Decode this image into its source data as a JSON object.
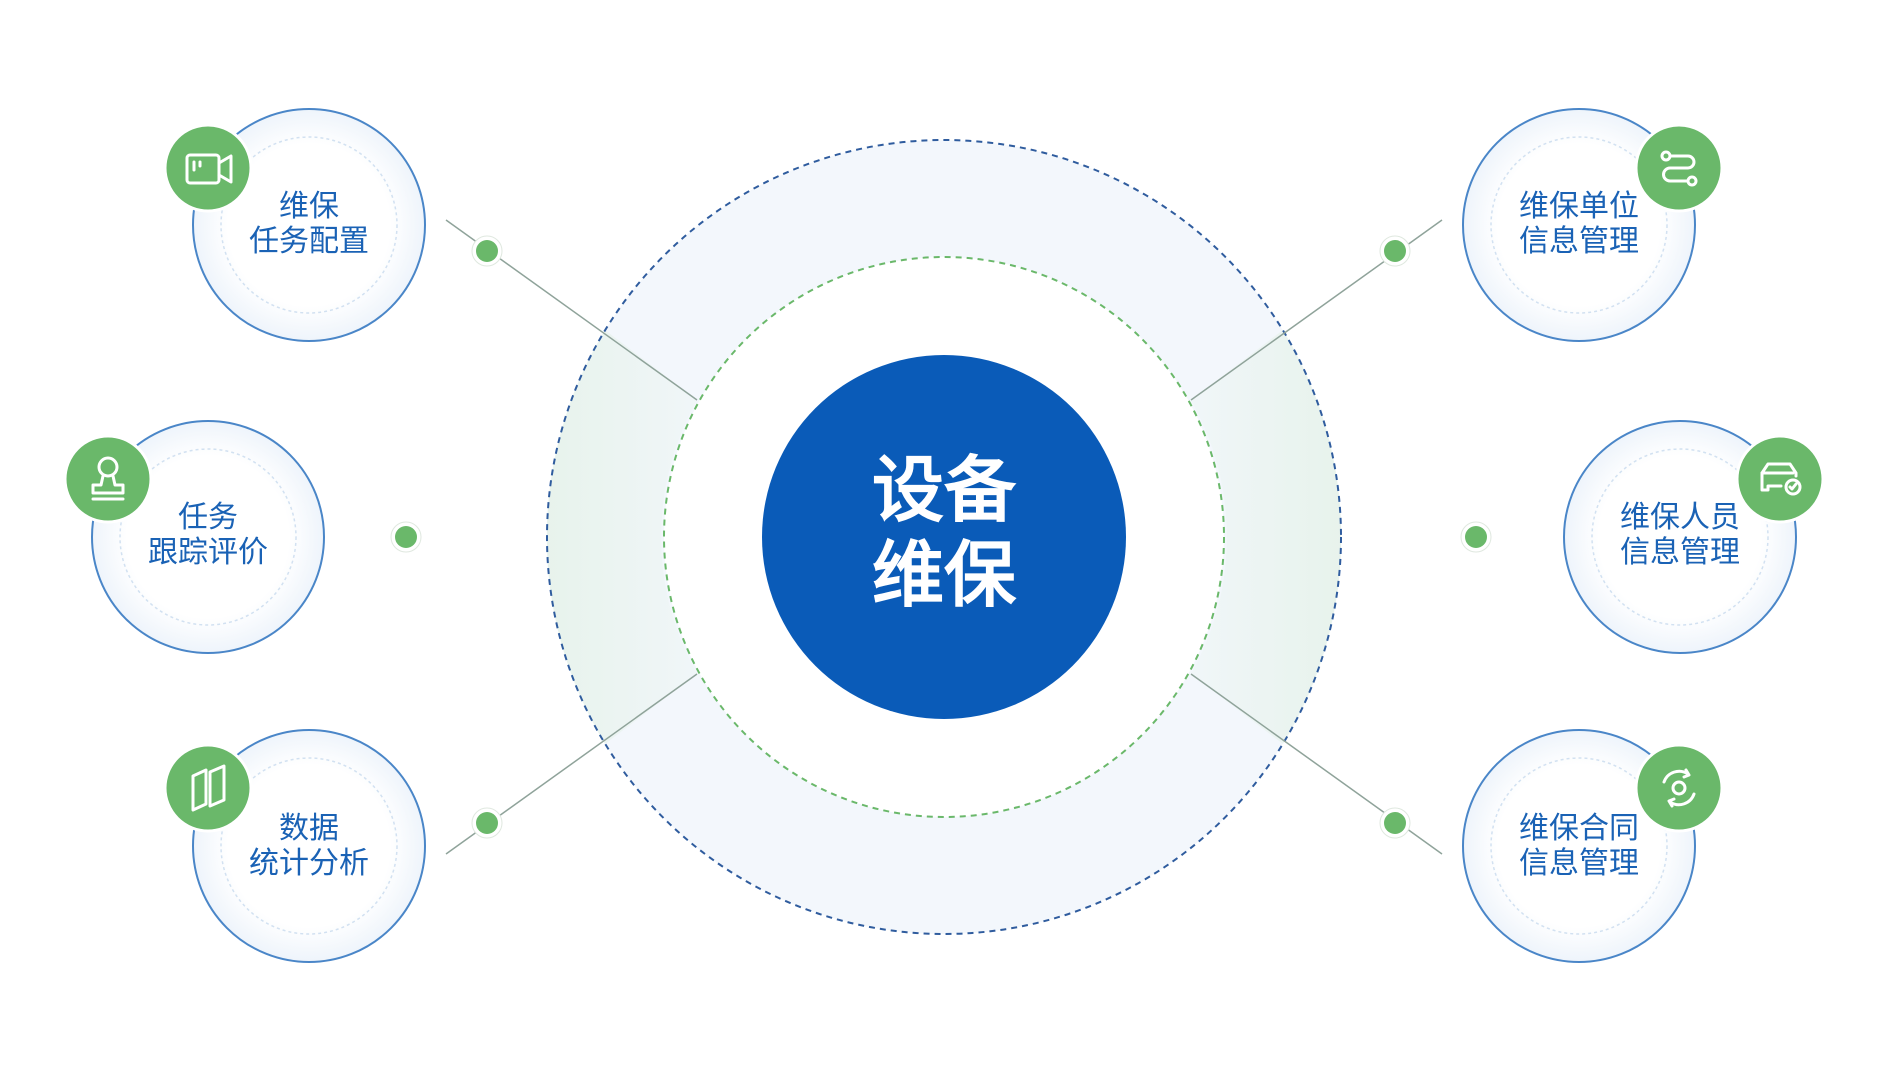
{
  "center": {
    "line1": "设备",
    "line2": "维保"
  },
  "nodes": [
    {
      "id": "task-config",
      "line1": "维保",
      "line2": "任务配置",
      "icon": "video-camera-icon"
    },
    {
      "id": "task-tracking",
      "line1": "任务",
      "line2": "跟踪评价",
      "icon": "stamp-icon"
    },
    {
      "id": "data-analysis",
      "line1": "数据",
      "line2": "统计分析",
      "icon": "book-icon"
    },
    {
      "id": "unit-info",
      "line1": "维保单位",
      "line2": "信息管理",
      "icon": "route-icon"
    },
    {
      "id": "staff-info",
      "line1": "维保人员",
      "line2": "信息管理",
      "icon": "car-check-icon"
    },
    {
      "id": "contract-info",
      "line1": "维保合同",
      "line2": "信息管理",
      "icon": "refresh-cycle-icon"
    }
  ],
  "colors": {
    "primary_blue": "#0a5bb8",
    "text_blue": "#1a62b5",
    "accent_green": "#6ab86a",
    "ring_fill": "#f3f7fc",
    "dashed_blue": "#2f5c9e",
    "dashed_green": "#6ab86a"
  }
}
